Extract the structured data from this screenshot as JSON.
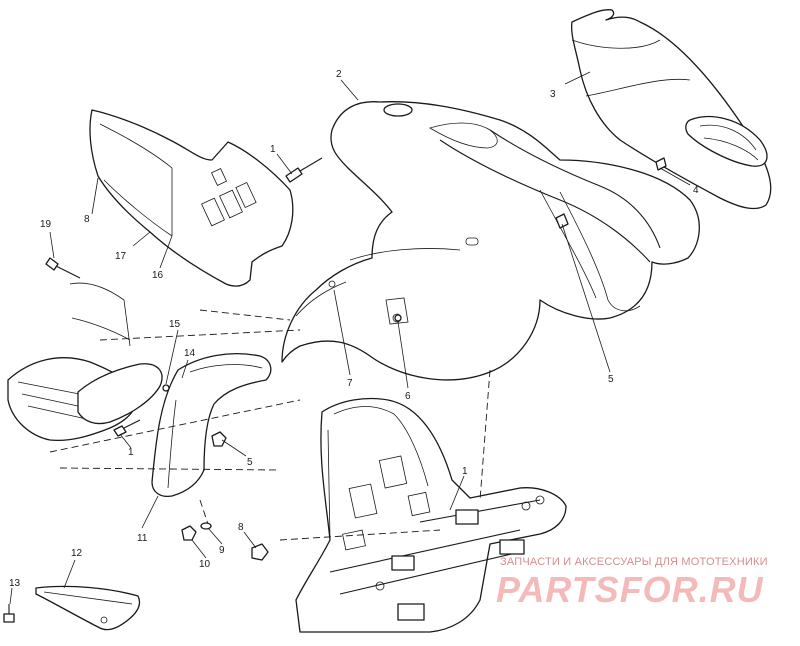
{
  "callouts": [
    {
      "id": "c1a",
      "text": "1"
    },
    {
      "id": "c1b",
      "text": "1"
    },
    {
      "id": "c1c",
      "text": "1"
    },
    {
      "id": "c2",
      "text": "2"
    },
    {
      "id": "c3",
      "text": "3"
    },
    {
      "id": "c4",
      "text": "4"
    },
    {
      "id": "c5a",
      "text": "5"
    },
    {
      "id": "c5b",
      "text": "5"
    },
    {
      "id": "c6",
      "text": "6"
    },
    {
      "id": "c7",
      "text": "7"
    },
    {
      "id": "c8a",
      "text": "8"
    },
    {
      "id": "c8b",
      "text": "8"
    },
    {
      "id": "c9",
      "text": "9"
    },
    {
      "id": "c10",
      "text": "10"
    },
    {
      "id": "c11",
      "text": "11"
    },
    {
      "id": "c12",
      "text": "12"
    },
    {
      "id": "c13",
      "text": "13"
    },
    {
      "id": "c14",
      "text": "14"
    },
    {
      "id": "c15",
      "text": "15"
    },
    {
      "id": "c16",
      "text": "16"
    },
    {
      "id": "c17",
      "text": "17"
    },
    {
      "id": "c19",
      "text": "19"
    }
  ],
  "watermark": {
    "tagline": "ЗАПЧАСТИ И АКСЕССУАРЫ ДЛЯ МОТОТЕХНИКИ",
    "logo": "PARTSFOR.RU"
  },
  "colors": {
    "line": "#1a1a1a",
    "watermark": "#e23a3a"
  }
}
